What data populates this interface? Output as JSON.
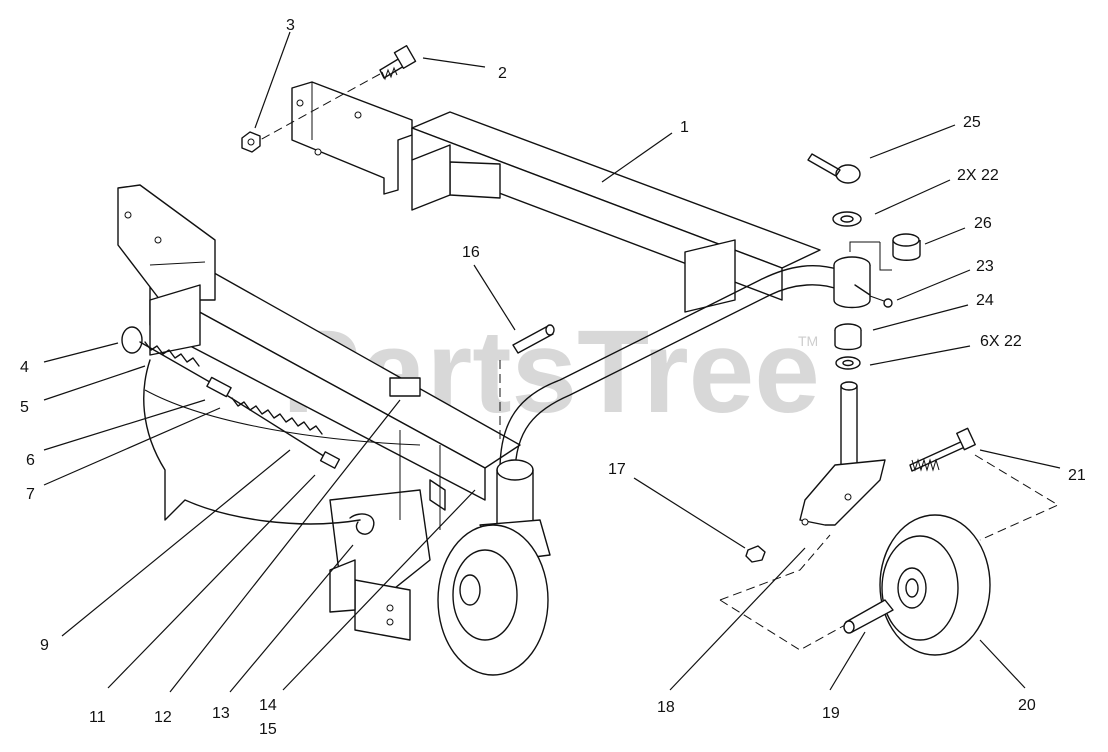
{
  "watermark": {
    "text": "PartsTree",
    "mark": "TM"
  },
  "callouts": [
    {
      "id": "c1",
      "label": "1"
    },
    {
      "id": "c2",
      "label": "2"
    },
    {
      "id": "c3",
      "label": "3"
    },
    {
      "id": "c4",
      "label": "4"
    },
    {
      "id": "c5",
      "label": "5"
    },
    {
      "id": "c6",
      "label": "6"
    },
    {
      "id": "c7",
      "label": "7"
    },
    {
      "id": "c9",
      "label": "9"
    },
    {
      "id": "c11",
      "label": "11"
    },
    {
      "id": "c12",
      "label": "12"
    },
    {
      "id": "c13",
      "label": "13"
    },
    {
      "id": "c14",
      "label": "14"
    },
    {
      "id": "c15",
      "label": "15"
    },
    {
      "id": "c16",
      "label": "16"
    },
    {
      "id": "c17",
      "label": "17"
    },
    {
      "id": "c18",
      "label": "18"
    },
    {
      "id": "c19",
      "label": "19"
    },
    {
      "id": "c20",
      "label": "20"
    },
    {
      "id": "c21",
      "label": "21"
    },
    {
      "id": "c22",
      "label": "2X 22"
    },
    {
      "id": "c23",
      "label": "23"
    },
    {
      "id": "c24",
      "label": "24"
    },
    {
      "id": "c25",
      "label": "25"
    },
    {
      "id": "c26",
      "label": "26"
    },
    {
      "id": "c6x22",
      "label": "6X 22"
    }
  ]
}
